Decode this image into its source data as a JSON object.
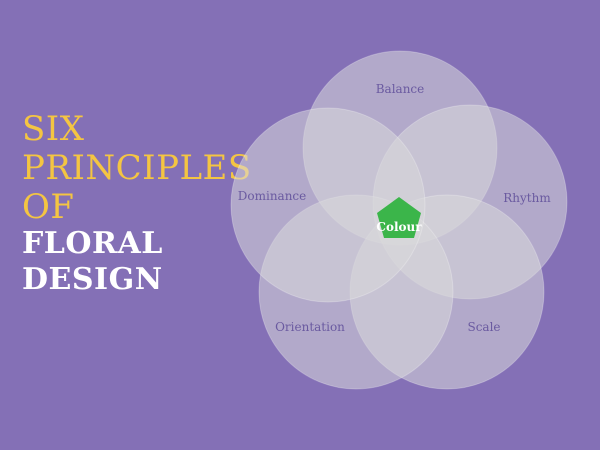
{
  "title": {
    "line1": "SIX",
    "line2": "PRINCIPLES",
    "line3": "OF",
    "line4": "FLORAL",
    "line5": "DESIGN"
  },
  "diagram": {
    "center_label": "Colour",
    "labels": {
      "balance": "Balance",
      "rhythm": "Rhythm",
      "scale": "Scale",
      "orientation": "Orientation",
      "dominance": "Dominance"
    }
  },
  "colors": {
    "background": "#8470b6",
    "accent_yellow": "#f4c542",
    "circle_fill": "#d8d8da",
    "center_green": "#3bb54a",
    "label_purple": "#6a5aa0"
  }
}
